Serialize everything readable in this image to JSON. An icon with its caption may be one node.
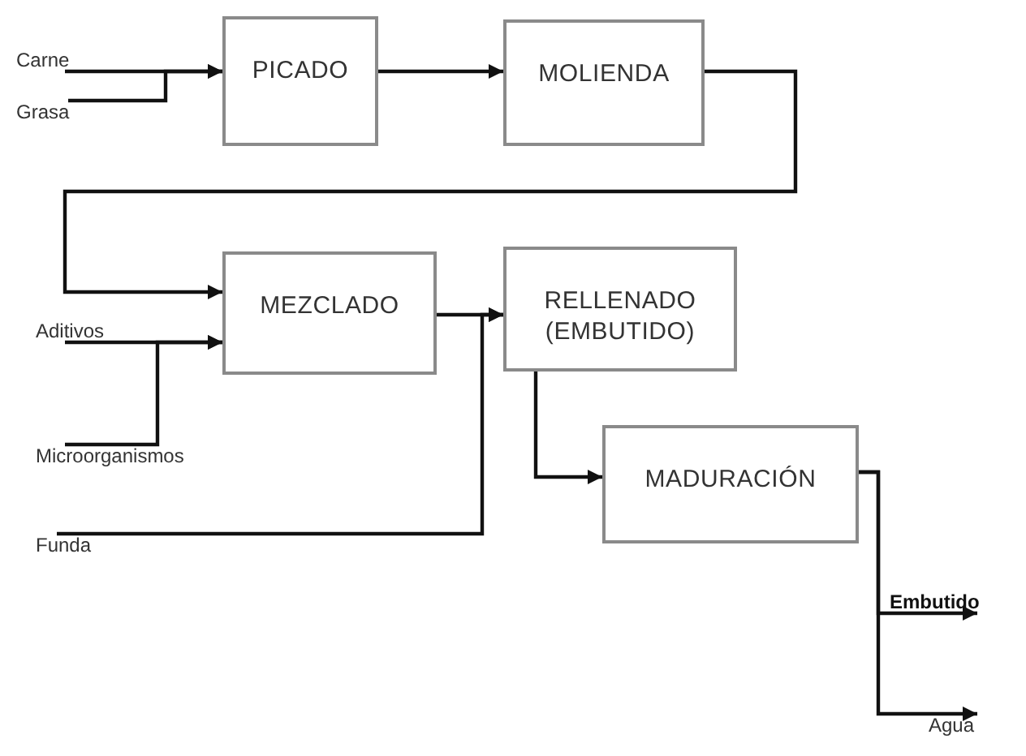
{
  "diagram": {
    "nodes": [
      {
        "text": [
          "Carne"
        ]
      },
      {
        "text": [
          "Grasa"
        ]
      },
      {
        "text": [
          "PICADO"
        ]
      },
      {
        "text": [
          "MOLIENDA"
        ]
      },
      {
        "text": [
          "MEZCLADO"
        ]
      },
      {
        "text": [
          "RELLENADO (EMBUTIDO)"
        ]
      },
      {
        "text": [
          "Aditivos"
        ]
      },
      {
        "text": [
          "Microorganismos"
        ]
      },
      {
        "text": [
          "Funda"
        ]
      },
      {
        "text": [
          "MADURACIÓN"
        ]
      },
      {
        "text": [
          "Embutido"
        ]
      },
      {
        "text": [
          "Agua"
        ]
      }
    ],
    "edges": [
      {
        "from": 0,
        "to": 2,
        "arrow": "to"
      },
      {
        "from": 1,
        "to": 2,
        "arrow": "to"
      },
      {
        "from": 2,
        "to": 3,
        "arrow": "to"
      },
      {
        "from": 3,
        "to": 4,
        "arrow": "to"
      },
      {
        "from": 6,
        "to": 4,
        "arrow": "to"
      },
      {
        "from": 7,
        "to": 4,
        "arrow": "to"
      },
      {
        "from": 4,
        "to": 5,
        "arrow": "to"
      },
      {
        "from": 8,
        "to": 5,
        "arrow": "to"
      },
      {
        "from": 5,
        "to": 9,
        "arrow": "to"
      },
      {
        "from": 9,
        "to": 10,
        "arrow": "to"
      },
      {
        "from": 9,
        "to": 11,
        "arrow": "to"
      }
    ]
  }
}
